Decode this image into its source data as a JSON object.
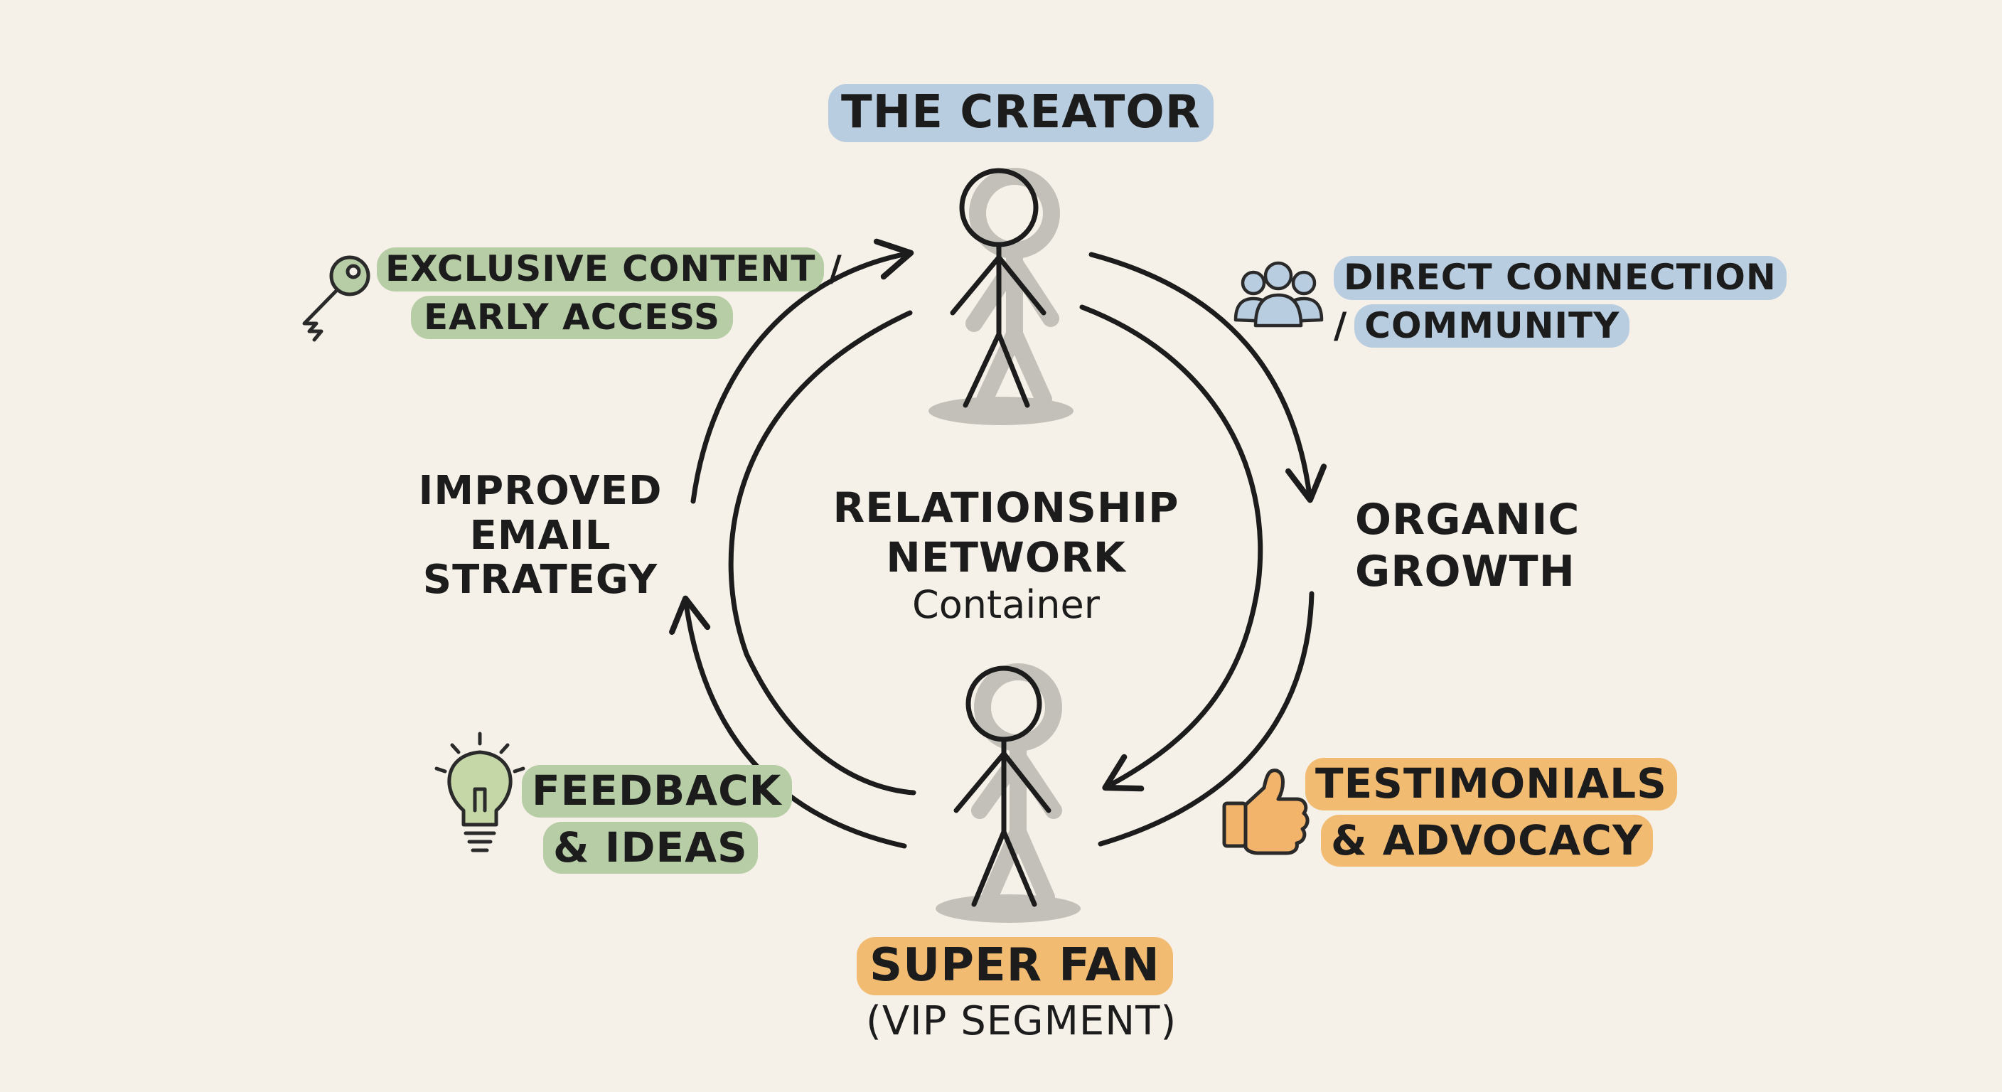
{
  "colors": {
    "background": "#f6f1e8",
    "ink": "#1c1c1c",
    "shadow": "#c3c0ba",
    "blue_highlight": "#b9cde0",
    "green_highlight": "#b7cda6",
    "orange_highlight": "#f2bb72",
    "bulb_fill": "#c5d7a7",
    "thumb_fill": "#f2b36a",
    "people_fill": "#b9cde0"
  },
  "nodes": {
    "creator": {
      "label": "THE CREATOR",
      "icon": "stick-figure"
    },
    "super_fan": {
      "label": "SUPER FAN",
      "sublabel": "(VIP SEGMENT)",
      "icon": "stick-figure"
    }
  },
  "center": {
    "line1": "RELATIONSHIP",
    "line2": "NETWORK",
    "line3": "Container"
  },
  "flows": {
    "exclusive": {
      "line1": "EXCLUSIVE CONTENT",
      "slash": "/",
      "line2": "EARLY ACCESS",
      "icon": "key-icon"
    },
    "direct": {
      "line1": "DIRECT CONNECTION",
      "slash": "/",
      "line2": "COMMUNITY",
      "icon": "people-icon"
    },
    "organic": {
      "line1": "ORGANIC",
      "line2": "GROWTH"
    },
    "improved": {
      "line1": "IMPROVED",
      "line2": "EMAIL",
      "line3": "STRATEGY"
    },
    "feedback": {
      "line1": "FEEDBACK",
      "line2": "& IDEAS",
      "icon": "lightbulb-icon"
    },
    "testimonials": {
      "line1": "TESTIMONIALS",
      "line2": "& ADVOCACY",
      "icon": "thumbs-up-icon"
    }
  }
}
